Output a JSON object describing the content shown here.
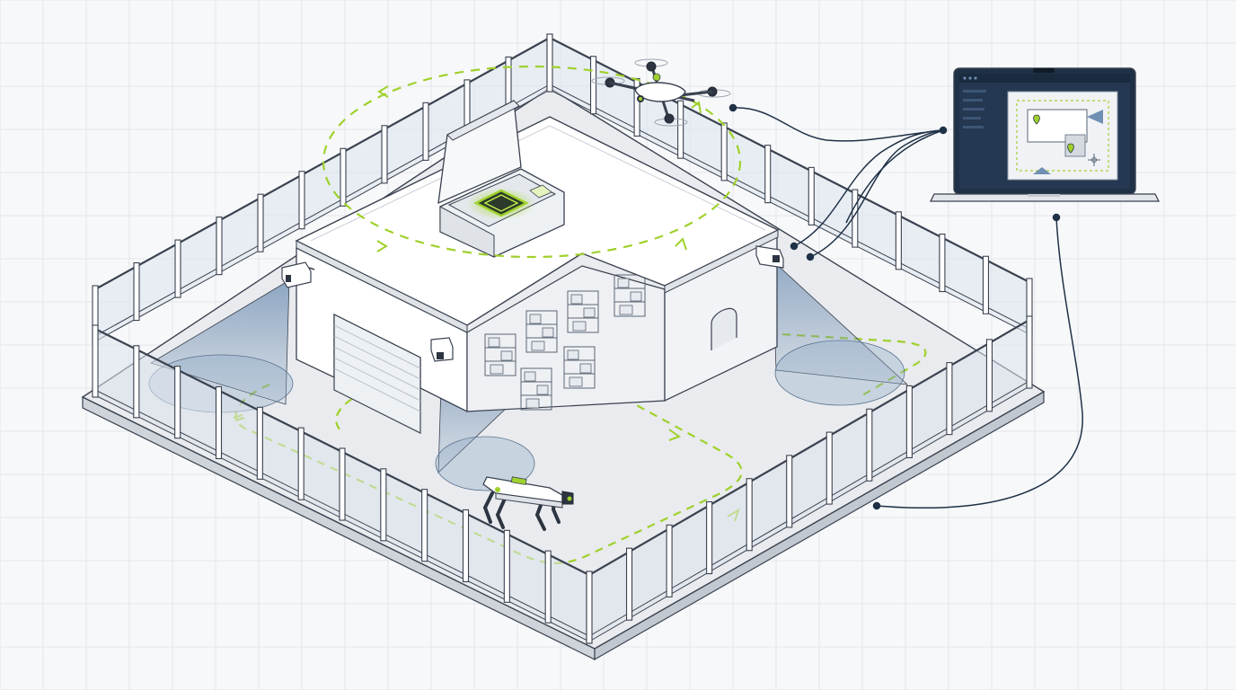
{
  "diagram": {
    "title": "",
    "components": [
      {
        "id": "facility",
        "label": "",
        "icon": "warehouse-icon"
      },
      {
        "id": "drone-dock",
        "label": "",
        "icon": "drone-dock-icon"
      },
      {
        "id": "drone",
        "label": "",
        "icon": "drone-icon"
      },
      {
        "id": "robot-dog",
        "label": "",
        "icon": "quadruped-robot-icon"
      },
      {
        "id": "camera-west",
        "label": "",
        "icon": "cctv-camera-icon"
      },
      {
        "id": "camera-front",
        "label": "",
        "icon": "cctv-camera-icon"
      },
      {
        "id": "camera-east",
        "label": "",
        "icon": "cctv-camera-icon"
      },
      {
        "id": "monitoring-laptop",
        "label": "",
        "icon": "laptop-icon"
      },
      {
        "id": "perimeter-fence",
        "label": "",
        "icon": "fence-icon"
      }
    ],
    "connections": [
      {
        "from": "drone",
        "to": "monitoring-laptop"
      },
      {
        "from": "camera-east",
        "to": "monitoring-laptop"
      },
      {
        "from": "perimeter-fence",
        "to": "monitoring-laptop"
      },
      {
        "from": "robot-dog",
        "to": "monitoring-laptop"
      }
    ],
    "routes": [
      {
        "id": "drone-patrol-loop",
        "style": "dashed"
      },
      {
        "id": "ground-patrol-route",
        "style": "dashed"
      }
    ]
  },
  "colors": {
    "background": "#f7f8fa",
    "grid": "#e3e6ea",
    "outline": "#3a4250",
    "wall": "#ffffff",
    "wall_shade": "#e6e9ee",
    "ground": "#e9ebee",
    "fence_glass": "#dde4ec",
    "accent_green": "#9fd12c",
    "cable": "#1f3146",
    "camera_cone": "#6f8fb3",
    "laptop_body": "#e3e6ea",
    "laptop_screen": "#1f3146"
  }
}
